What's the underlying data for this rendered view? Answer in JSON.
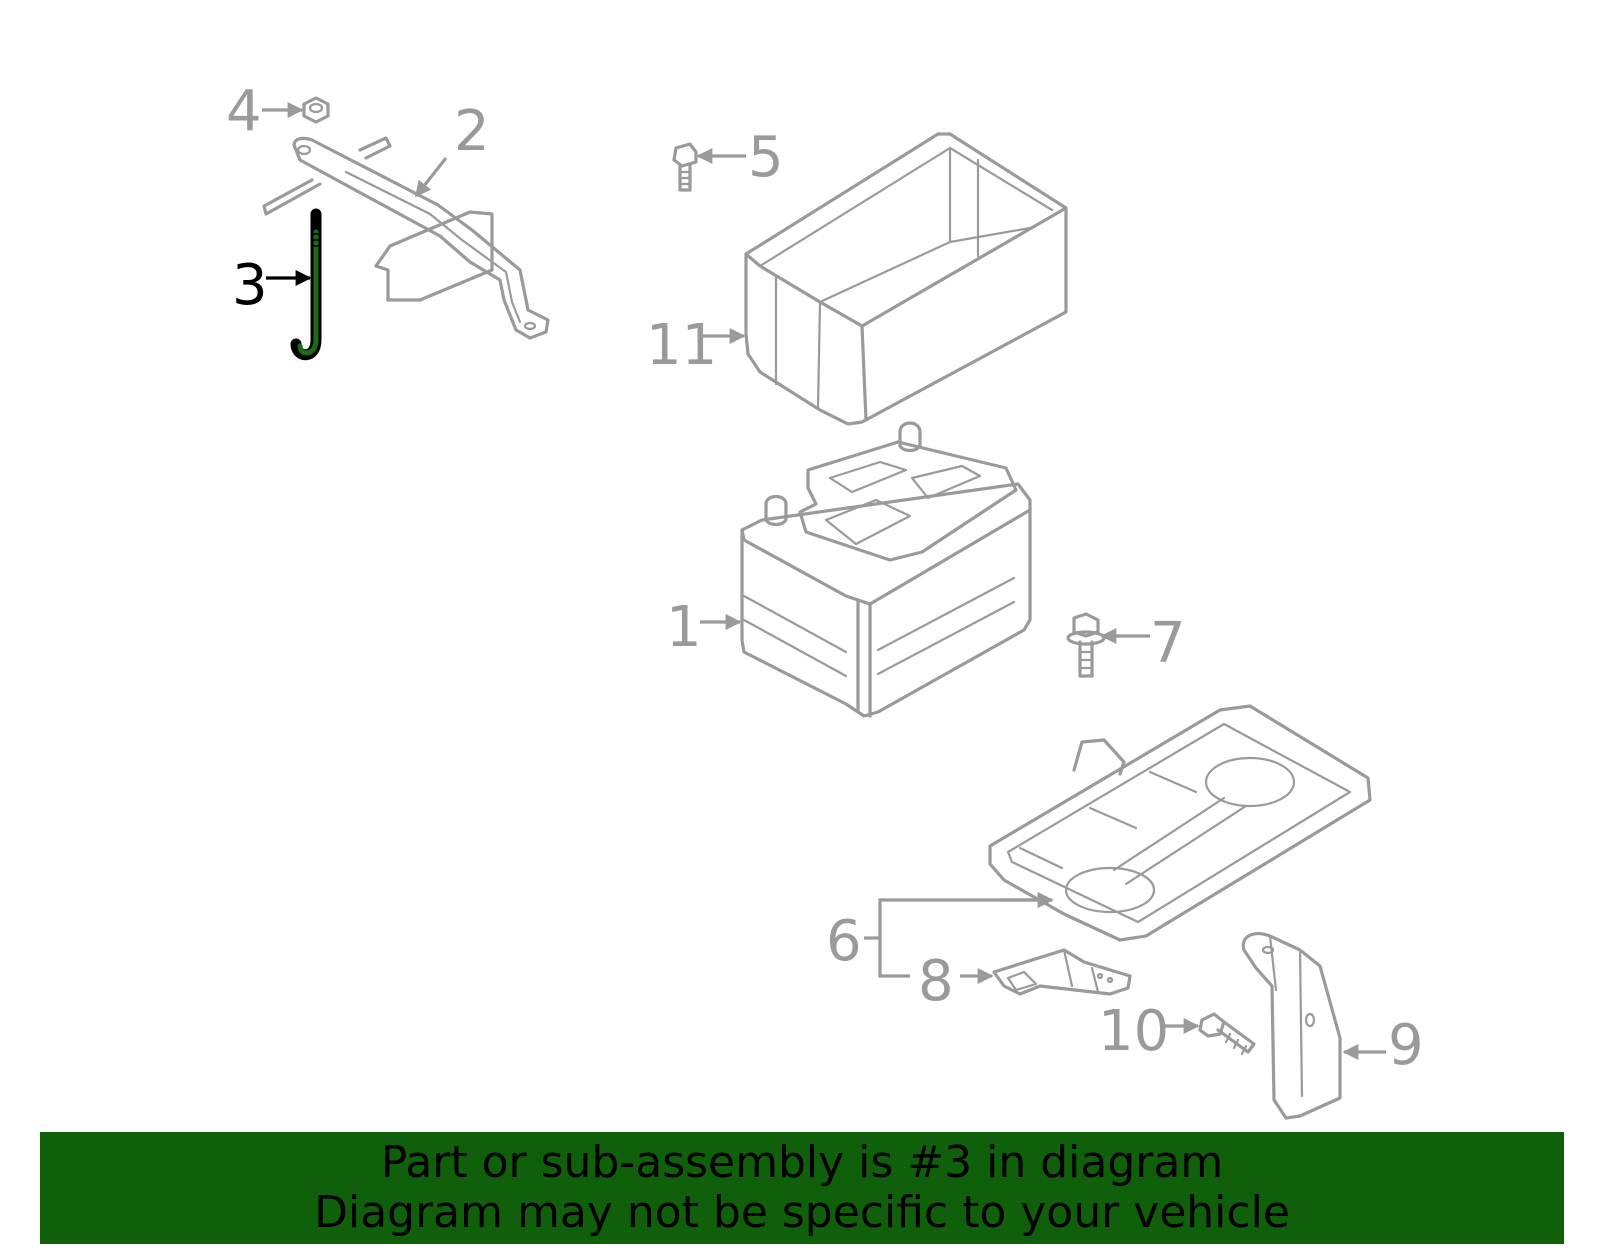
{
  "diagram": {
    "highlight_part": "3",
    "highlight_color": "#1e6b16",
    "callouts": [
      {
        "id": "1",
        "label": "1"
      },
      {
        "id": "2",
        "label": "2"
      },
      {
        "id": "3",
        "label": "3"
      },
      {
        "id": "4",
        "label": "4"
      },
      {
        "id": "5",
        "label": "5"
      },
      {
        "id": "6",
        "label": "6"
      },
      {
        "id": "7",
        "label": "7"
      },
      {
        "id": "8",
        "label": "8"
      },
      {
        "id": "9",
        "label": "9"
      },
      {
        "id": "10",
        "label": "10"
      },
      {
        "id": "11",
        "label": "11"
      }
    ]
  },
  "banner": {
    "background": "#0f5f0b",
    "line1": "Part or sub-assembly is #3 in diagram",
    "line2": "Diagram may not be specific to your vehicle"
  }
}
